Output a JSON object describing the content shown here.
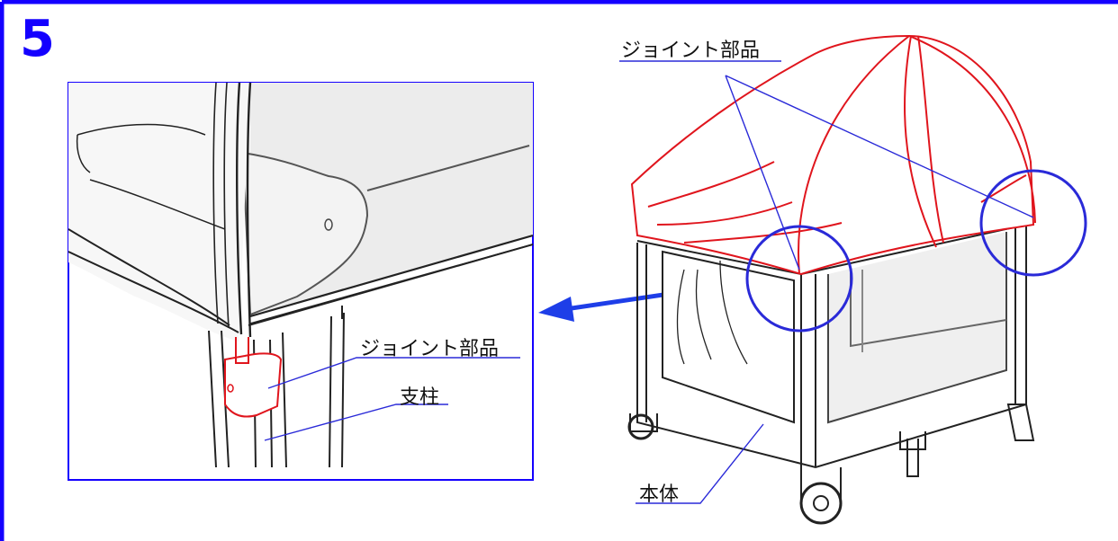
{
  "step_number": "5",
  "colors": {
    "frame": "#1400ff",
    "callout": "#2a2ad8",
    "canopy_red": "#e0151d",
    "line_art": "#222222",
    "arrow": "#1e3ee8"
  },
  "labels": {
    "joint_part_top": "ジョイント部品",
    "joint_part_zoom": "ジョイント部品",
    "pillar": "支柱",
    "main_body": "本体"
  },
  "icons": {
    "arrow": "left-arrow-icon",
    "zoom_circle": "magnifier-circle"
  }
}
